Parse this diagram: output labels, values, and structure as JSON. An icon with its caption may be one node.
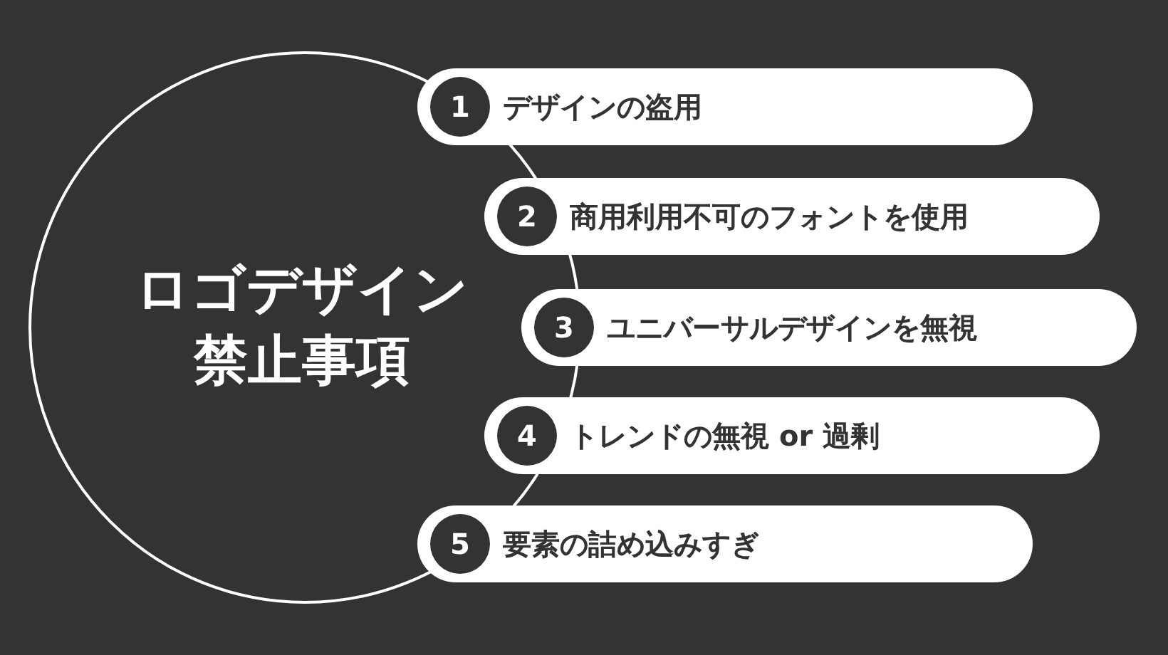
{
  "diagram": {
    "nodes": [
      {
        "text": [
          "ロゴデザイン禁止事項"
        ]
      },
      {
        "text": [
          "1",
          "デザインの盗用"
        ]
      },
      {
        "text": [
          "2",
          "商用利用不可のフォントを使用"
        ]
      },
      {
        "text": [
          "3",
          "ユニバーサルデザインを無視"
        ]
      },
      {
        "text": [
          "4",
          "トレンドの無視 or 過剰"
        ]
      },
      {
        "text": [
          "5",
          "要素の詰め込みすぎ"
        ]
      }
    ]
  }
}
